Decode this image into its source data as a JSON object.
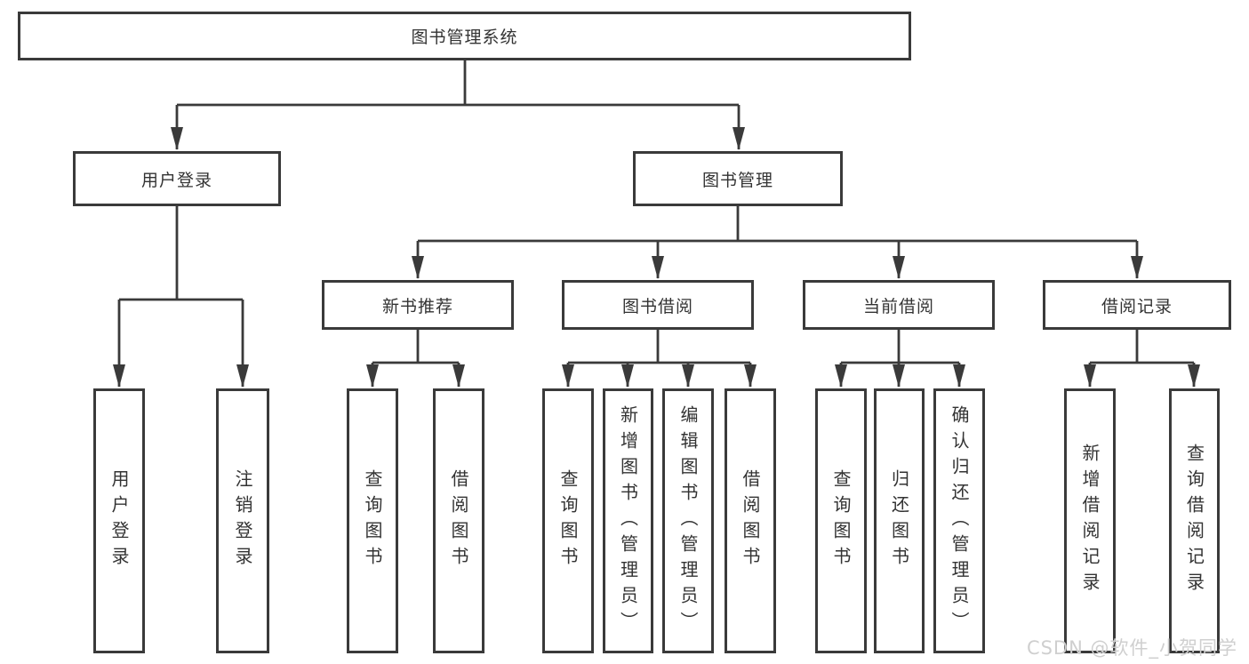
{
  "root": {
    "label": "图书管理系统"
  },
  "level2": [
    {
      "label": "用户登录"
    },
    {
      "label": "图书管理"
    }
  ],
  "level3": [
    {
      "label": "新书推荐"
    },
    {
      "label": "图书借阅"
    },
    {
      "label": "当前借阅"
    },
    {
      "label": "借阅记录"
    }
  ],
  "leaves": {
    "user_login": [
      {
        "label": "用户登录"
      },
      {
        "label": "注销登录"
      }
    ],
    "new_book_recommend": [
      {
        "label": "查询图书"
      },
      {
        "label": "借阅图书"
      }
    ],
    "book_borrowing": [
      {
        "label": "查询图书"
      },
      {
        "label": "新增图书（管理员）"
      },
      {
        "label": "编辑图书（管理员）"
      },
      {
        "label": "借阅图书"
      }
    ],
    "current_borrowing": [
      {
        "label": "查询图书"
      },
      {
        "label": "归还图书"
      },
      {
        "label": "确认归还（管理员）"
      }
    ],
    "borrowing_records": [
      {
        "label": "新增借阅记录"
      },
      {
        "label": "查询借阅记录"
      }
    ]
  },
  "watermark": {
    "text": "CSDN @软件_小贺同学"
  },
  "colors": {
    "line": "#3a3a3a",
    "text": "#333333",
    "watermark": "#cfcfcf",
    "background": "#ffffff"
  }
}
